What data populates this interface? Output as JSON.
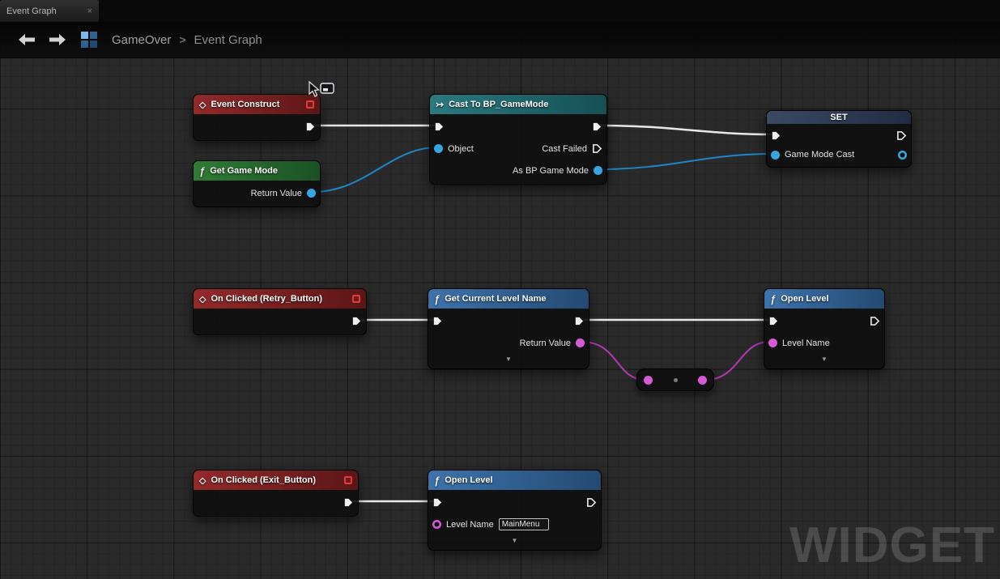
{
  "tab": {
    "title": "Event Graph",
    "close_label": "×"
  },
  "toolbar": {
    "breadcrumb": {
      "root": "GameOver",
      "separator": ">",
      "current": "Event Graph"
    }
  },
  "watermark": "WIDGET",
  "icons": {
    "event": "◇",
    "function": "ƒ",
    "cast": "↣",
    "collapse": "▼"
  },
  "colors": {
    "exec_wire": "#e8e8e8",
    "object_wire": "#1e86c8",
    "string_wire": "#b23ab2",
    "object_pin": "#35a7e0",
    "string_pin": "#d65ad6",
    "event_header": "#932a2a",
    "pure_function_header": "#2f7d35",
    "cast_header": "#2a7a80",
    "function_header": "#3d73ab",
    "set_header": "#3a4a63"
  },
  "nodes": {
    "event_construct": {
      "title": "Event Construct"
    },
    "get_game_mode": {
      "title": "Get Game Mode",
      "return_value_label": "Return Value"
    },
    "cast_to_bp_gamemode": {
      "title": "Cast To BP_GameMode",
      "object_label": "Object",
      "cast_failed_label": "Cast Failed",
      "as_bp_game_mode_label": "As BP Game Mode"
    },
    "set_game_mode": {
      "title": "SET",
      "game_mode_cast_label": "Game Mode Cast"
    },
    "on_clicked_retry": {
      "title": "On Clicked (Retry_Button)"
    },
    "get_current_level_name": {
      "title": "Get Current Level Name",
      "return_value_label": "Return Value"
    },
    "open_level_retry": {
      "title": "Open Level",
      "level_name_label": "Level Name"
    },
    "on_clicked_exit": {
      "title": "On Clicked (Exit_Button)"
    },
    "open_level_exit": {
      "title": "Open Level",
      "level_name_label": "Level Name",
      "level_name_value": "MainMenu"
    }
  }
}
